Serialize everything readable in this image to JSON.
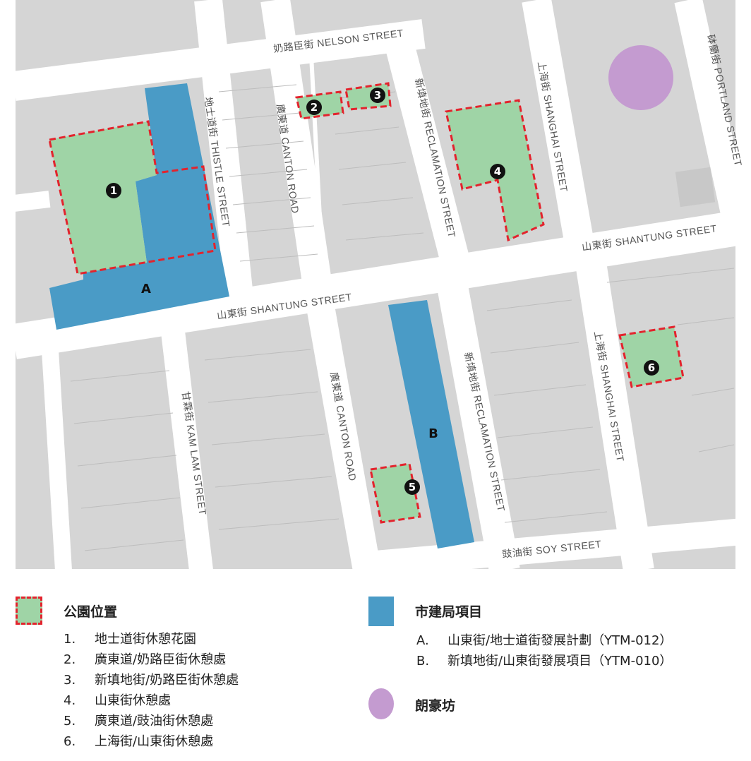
{
  "map": {
    "streets": {
      "nelson": "奶路臣街 NELSON STREET",
      "thistle": "地士道街 THISTLE STREET",
      "canton_n": "廣東道 CANTON ROAD",
      "reclamation_n": "新填地街 RECLAMATION STREET",
      "shanghai_n": "上海街 SHANGHAI STREET",
      "portland": "砵蘭街 PORTLAND STREET",
      "shantung_w": "山東街 SHANTUNG STREET",
      "shantung_e": "山東街 SHANTUNG STREET",
      "kamlam": "甘霖街 KAM LAM STREET",
      "canton_s": "廣東道 CANTON ROAD",
      "reclamation_s": "新填地街 RECLAMATION STREET",
      "shanghai_s": "上海街 SHANGHAI STREET",
      "soy": "豉油街 SOY STREET"
    },
    "parks": [
      "1",
      "2",
      "3",
      "4",
      "5",
      "6"
    ],
    "projects": [
      "A",
      "B"
    ],
    "colors": {
      "park": "#9fd4a6",
      "park_border": "#e3232d",
      "project": "#4a9bc6",
      "langham": "#c49bd0",
      "block": "#d5d5d5",
      "street": "#ffffff"
    }
  },
  "legend": {
    "parks_title": "公園位置",
    "parks": [
      {
        "n": "1.",
        "label": "地士道街休憩花園"
      },
      {
        "n": "2.",
        "label": "廣東道/奶路臣街休憩處"
      },
      {
        "n": "3.",
        "label": "新填地街/奶路臣街休憩處"
      },
      {
        "n": "4.",
        "label": "山東街休憩處"
      },
      {
        "n": "5.",
        "label": "廣東道/豉油街休憩處"
      },
      {
        "n": "6.",
        "label": "上海街/山東街休憩處"
      }
    ],
    "projects_title": "市建局項目",
    "projects": [
      {
        "n": "A.",
        "label": "山東街/地士道街發展計劃（YTM-012）"
      },
      {
        "n": "B.",
        "label": "新填地街/山東街發展項目（YTM-010）"
      }
    ],
    "langham_title": "朗豪坊"
  }
}
